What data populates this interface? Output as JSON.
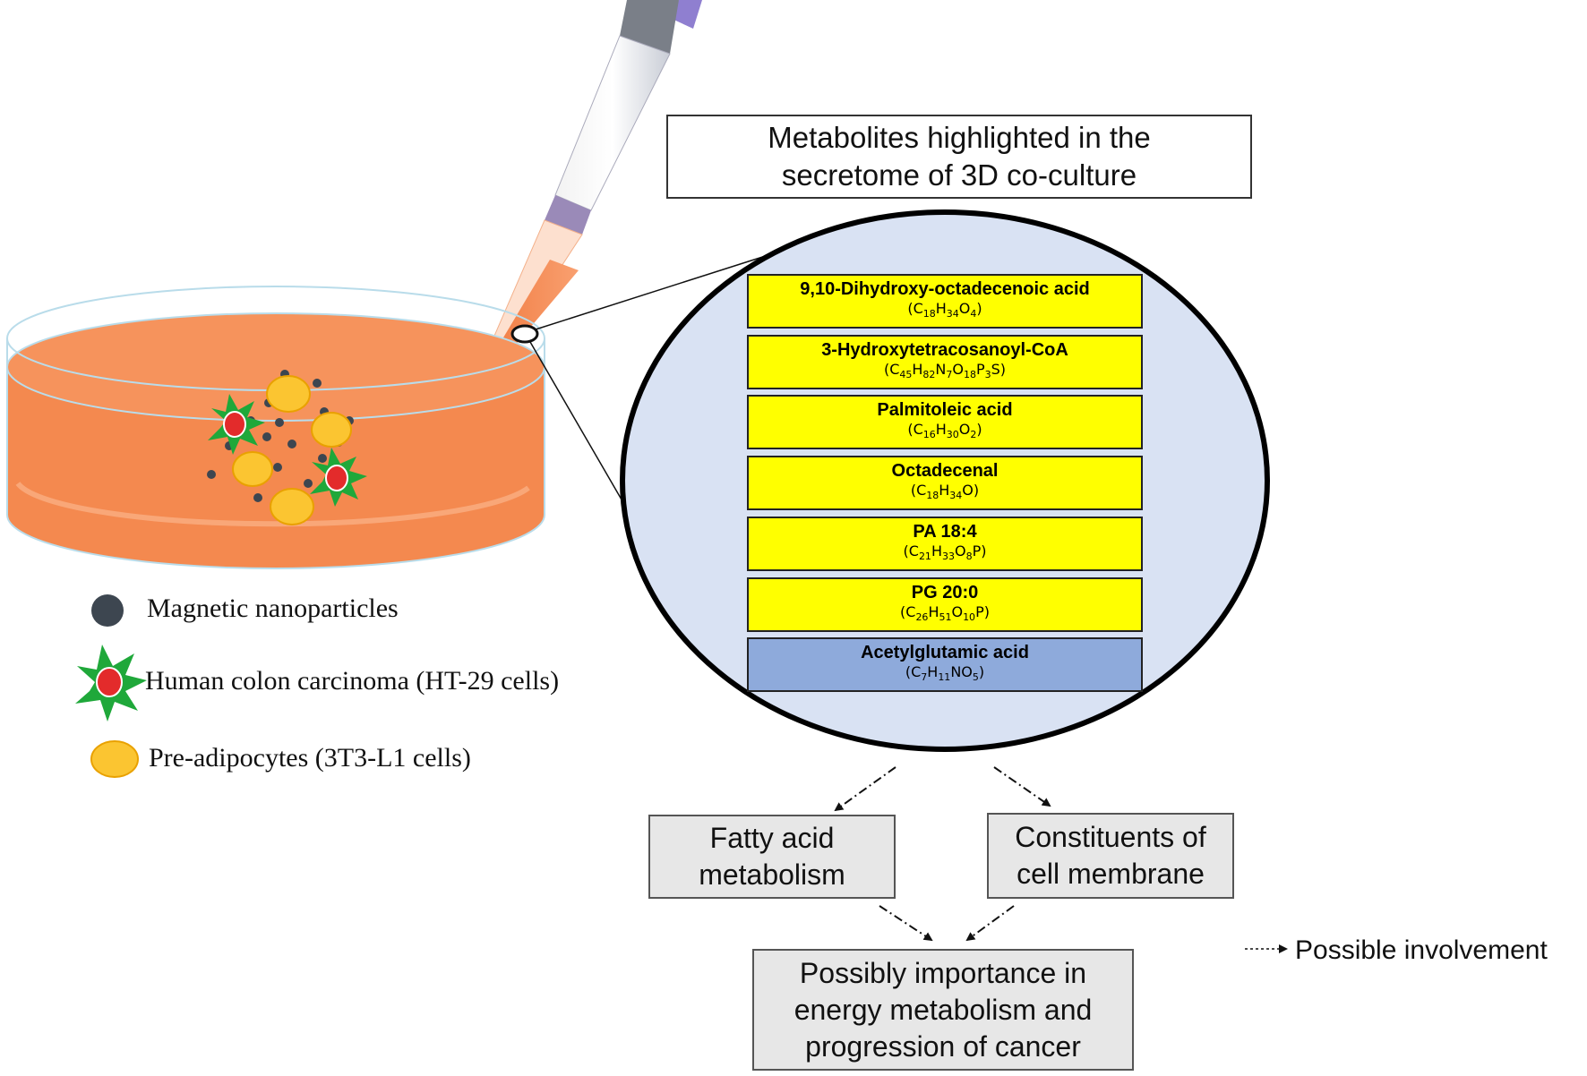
{
  "header": {
    "title_line1": "Metabolites highlighted in the",
    "title_line2": "secretome of 3D co-culture"
  },
  "metabolites": [
    {
      "name": "9,10-Dihydroxy-octadecenoic acid",
      "formula": [
        [
          "C",
          "18"
        ],
        [
          "H",
          "34"
        ],
        [
          "O",
          "4"
        ]
      ],
      "highlight": "#ffff00"
    },
    {
      "name": "3-Hydroxytetracosanoyl-CoA",
      "formula": [
        [
          "C",
          "45"
        ],
        [
          "H",
          "82"
        ],
        [
          "N",
          "7"
        ],
        [
          "O",
          "18"
        ],
        [
          "P",
          "3"
        ],
        [
          "S",
          ""
        ]
      ],
      "highlight": "#ffff00"
    },
    {
      "name": "Palmitoleic acid",
      "formula": [
        [
          "C",
          "16"
        ],
        [
          "H",
          "30"
        ],
        [
          "O",
          "2"
        ]
      ],
      "highlight": "#ffff00"
    },
    {
      "name": "Octadecenal",
      "formula": [
        [
          "C",
          "18"
        ],
        [
          "H",
          "34"
        ],
        [
          "O",
          ""
        ]
      ],
      "highlight": "#ffff00"
    },
    {
      "name": "PA 18:4",
      "formula": [
        [
          "C",
          "21"
        ],
        [
          "H",
          "33"
        ],
        [
          "O",
          "8"
        ],
        [
          "P",
          ""
        ]
      ],
      "highlight": "#ffff00"
    },
    {
      "name": "PG 20:0",
      "formula": [
        [
          "C",
          "26"
        ],
        [
          "H",
          "51"
        ],
        [
          "O",
          "10"
        ],
        [
          "P",
          ""
        ]
      ],
      "highlight": "#ffff00"
    },
    {
      "name": "Acetylglutamic acid",
      "formula": [
        [
          "C",
          "7"
        ],
        [
          "H",
          "11"
        ],
        [
          "N",
          ""
        ],
        [
          "O",
          "5"
        ]
      ],
      "highlight": "#8eaadb"
    }
  ],
  "outcomes": {
    "fatty_acid_line1": "Fatty acid",
    "fatty_acid_line2": "metabolism",
    "membrane_line1": "Constituents of",
    "membrane_line2": "cell membrane",
    "final_line1": "Possibly importance in",
    "final_line2": "energy metabolism and",
    "final_line3": "progression of cancer"
  },
  "legend": {
    "nanoparticles": "Magnetic nanoparticles",
    "carcinoma": "Human colon carcinoma (HT-29 cells)",
    "preadipocytes": "Pre-adipocytes (3T3-L1 cells)"
  },
  "key": {
    "dotted_arrow": "Possible involvement"
  },
  "colors": {
    "medium": "#f4894f",
    "enlarged_circle": "#d9e2f3",
    "metabolite_yellow": "#ffff00",
    "metabolite_blue": "#8eaadb",
    "carcinoma_green": "#1fa83a",
    "carcinoma_nucleus": "#e32b2b",
    "preadipocyte_yellow": "#fbc531",
    "nanoparticle": "#3d4650",
    "outcome_grey": "#e7e7e7"
  }
}
